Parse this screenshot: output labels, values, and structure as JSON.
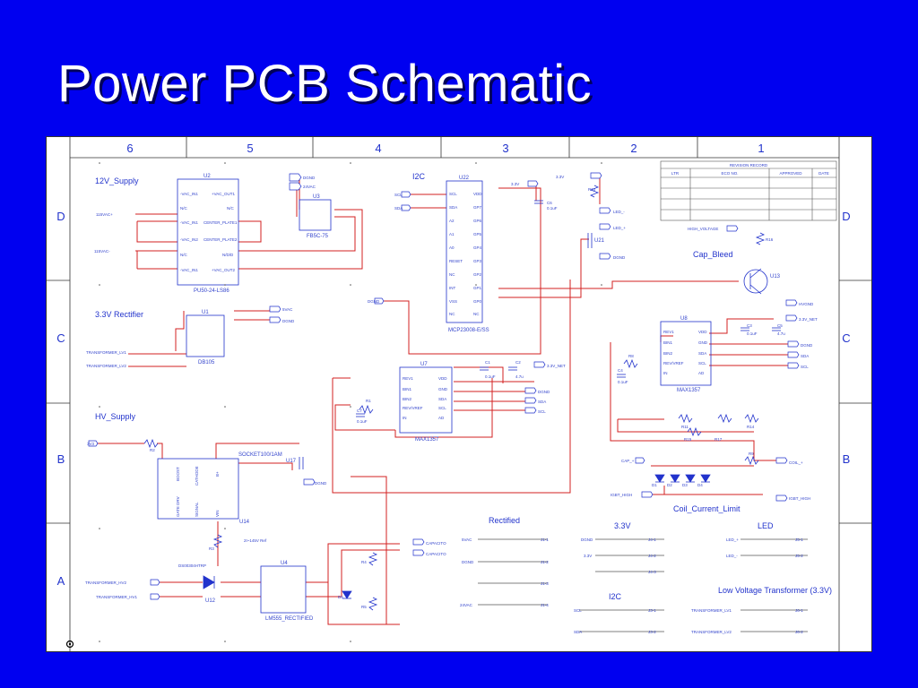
{
  "slide_title": "Power PCB Schematic",
  "frame": {
    "columns": [
      "6",
      "5",
      "4",
      "3",
      "2",
      "1"
    ],
    "rows": [
      "D",
      "C",
      "B",
      "A"
    ]
  },
  "revision_record": {
    "title": "REVISION RECORD",
    "headers": [
      "LTR",
      "ECO NO.",
      "APPROVED",
      "DATE"
    ]
  },
  "sections": {
    "supply12v": "12V_Supply",
    "i2c_top": "I2C",
    "rectifier33": "3.3V Rectifier",
    "hv_supply": "HV_Supply",
    "cap_bleed": "Cap_Bleed",
    "coil_current_limit": "Coil_Current_Limit",
    "rectified": "Rectified",
    "v33": "3.3V",
    "led": "LED",
    "i2c_bottom": "I2C",
    "low_voltage_transformer": "Low Voltage Transformer (3.3V)"
  },
  "parts": {
    "u2": "U2",
    "u2_part": "PU50-24-LS86",
    "u2_pins_left": [
      "-VAC_IN1",
      "N/C",
      "-VAC_IN1",
      "-VAC_IN2",
      "N/C",
      "-VAC_IN1"
    ],
    "u2_pins_right": [
      "+VAC_OUT1",
      "N/C",
      "CENTER_PLATE1",
      "CENTER_PLATE2",
      "N/D/D",
      "+VAC_OUT2"
    ],
    "u3": "U3",
    "u3_part": "FB5C-75",
    "u22": "U22",
    "u22_part": "MCP23008-E/SS",
    "u22_pins_left": [
      "SCL",
      "SDA",
      "A2",
      "A1",
      "A0",
      "RESET",
      "NC",
      "INT",
      "VSS",
      "NC"
    ],
    "u22_pins_right": [
      "VDD",
      "GP7",
      "GP6",
      "GP5",
      "GP4",
      "GP3",
      "GP2",
      "GP1",
      "GP0",
      "NC"
    ],
    "u1": "U1",
    "u1_part": "DB105",
    "u7": "U7",
    "u7_part": "MAX1357",
    "u7_pins": [
      "REV1",
      "BIN1",
      "BIN2",
      "REV/VREF",
      "IN"
    ],
    "u7_pins_right": [
      "VDD",
      "GND",
      "SDA",
      "SCL",
      "AD"
    ],
    "u8": "U8",
    "u8_part": "MAX1357",
    "u8_pins": [
      "REV1",
      "BIN1",
      "BIN2",
      "REV/VREF",
      "IN"
    ],
    "u8_pins_right": [
      "VDD",
      "GND",
      "SDA",
      "SCL",
      "AD"
    ],
    "u14": "U14",
    "u14_part": "SOCKET100/1AM",
    "u14_pins": [
      "BOOST",
      "CATHODE",
      "GATE DRV",
      "SIGNAL",
      "B+",
      "VIN"
    ],
    "u4": "U4",
    "u4_part": "LM555_RECTIFIED",
    "u21": "U21",
    "u17": "U17",
    "u13": "U13",
    "u12": "U12"
  },
  "nets": {
    "dgnd": "DGND",
    "v24ac": "24VAC",
    "v115_1": "115VAC+",
    "v115_2": "115VAC-",
    "scl": "SCL",
    "sda": "SDA",
    "v33": "3.3V",
    "led_plus": "LED_+",
    "led_minus": "LED_-",
    "high_voltage": "HIGH_VOLTAGE",
    "hv_gnd": "HVGND",
    "v33_net": "3.3V_NET",
    "v5ac": "5VAC",
    "tr_lv1": "TRANSFORMER_LV1",
    "tr_lv2": "TRANSFORMER_LV2",
    "cap_plus": "CAP_+",
    "igbt_high": "IGBT_HIGH",
    "coil_plus": "COIL_+",
    "tr_hv2": "TRANSFORMER_HV2",
    "tr_hv1": "TRANSFORMER_HV1",
    "capacitor": "CAPACITO",
    "v300": "3V3",
    "range": "2I~145V Ref",
    "igbt": "DS00304HTRP"
  },
  "components": {
    "c6": "C6",
    "c6v": "0.1uF",
    "c3": "C3",
    "c3v": "0.1uF",
    "c5": "C5",
    "c5v": "4.7u",
    "c1": "C1",
    "c1v": "0.1uF",
    "c2": "C2",
    "c2v": "4.7u",
    "c4": "C4",
    "c4v": "0.1uF",
    "c7": "C7",
    "c7v": "0.1uF",
    "r1": "R1",
    "r2": "R2",
    "r3": "R3",
    "r4": "R4",
    "r5": "R5",
    "r8": "R8",
    "r9": "R9",
    "r10": "R10",
    "r11": "R11",
    "r13": "R13",
    "r14": "R14",
    "r15": "R15",
    "r16": "R16",
    "r17": "R17",
    "d1": "D1",
    "d2": "D2",
    "d3": "D3",
    "d4": "D4",
    "d5": "D5",
    "d12": "D12"
  },
  "connectors": {
    "rectified": [
      {
        "net": "5VAC",
        "pin": "J1-1"
      },
      {
        "net": "DGND",
        "pin": "J1-2"
      },
      {
        "net": "",
        "pin": "J1-3"
      },
      {
        "net": "24VAC",
        "pin": "J1-4"
      }
    ],
    "v33": [
      {
        "net": "DGND",
        "pin": "J4-1"
      },
      {
        "net": "3.3V",
        "pin": "J4-2"
      },
      {
        "net": "",
        "pin": "J4-3"
      }
    ],
    "led": [
      {
        "net": "LED_+",
        "pin": "J5-1"
      },
      {
        "net": "LED_-",
        "pin": "J5-2"
      }
    ],
    "i2c": [
      {
        "net": "SCL",
        "pin": "J3-1"
      },
      {
        "net": "SDA",
        "pin": "J3-2"
      }
    ],
    "lvt": [
      {
        "net": "TRANSFORMER_LV1",
        "pin": "J6-1"
      },
      {
        "net": "TRANSFORMER_LV2",
        "pin": "J6-2"
      }
    ]
  },
  "colors": {
    "background": "#0000f0",
    "title": "#ffffff",
    "wire": "#d32020",
    "symbol": "#2233cc",
    "frame": "#333333"
  }
}
